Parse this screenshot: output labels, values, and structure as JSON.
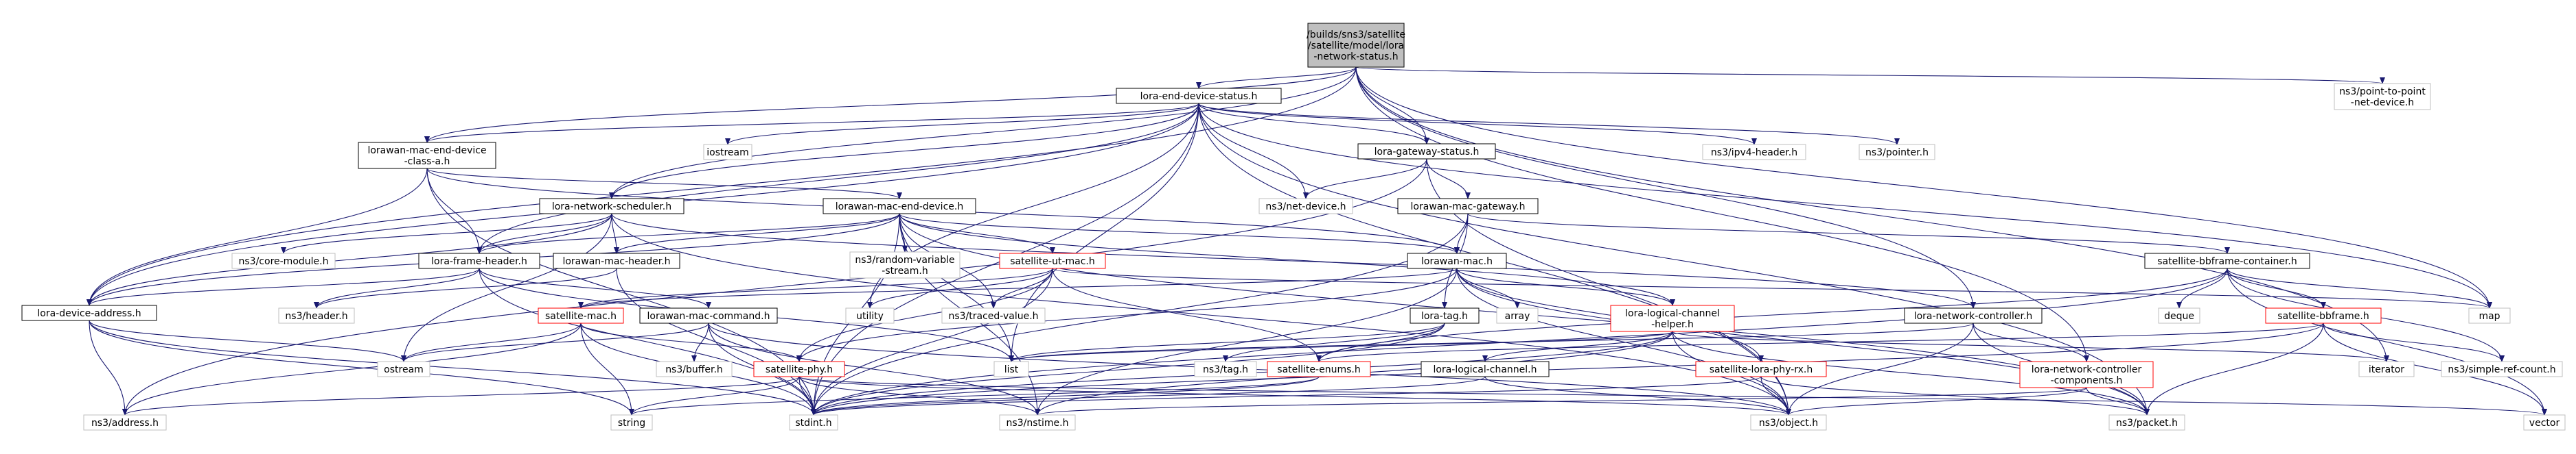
{
  "graph": {
    "root": "/builds/sns3/satellite/satellite/model/lora-network-status.h",
    "colors": {
      "edge": "#191970",
      "root_fill": "#bfbfbf",
      "local_border": "#000000",
      "incomplete_border": "#ff0000",
      "external_border": "#bfbfbf",
      "node_fill": "#ffffff"
    },
    "nodes": [
      {
        "id": "root",
        "lines": [
          "/builds/sns3/satellite",
          "/satellite/model/lora",
          "-network-status.h"
        ],
        "kind": "root"
      },
      {
        "id": "lora-end-device-status",
        "lines": [
          "lora-end-device-status.h"
        ],
        "kind": "local"
      },
      {
        "id": "ns3-p2p",
        "lines": [
          "ns3/point-to-point",
          "-net-device.h"
        ],
        "kind": "external"
      },
      {
        "id": "lorawan-mac-end-device-class-a",
        "lines": [
          "lorawan-mac-end-device",
          "-class-a.h"
        ],
        "kind": "local"
      },
      {
        "id": "iostream",
        "lines": [
          "iostream"
        ],
        "kind": "external"
      },
      {
        "id": "lora-gateway-status",
        "lines": [
          "lora-gateway-status.h"
        ],
        "kind": "local"
      },
      {
        "id": "ns3-ipv4-header",
        "lines": [
          "ns3/ipv4-header.h"
        ],
        "kind": "external"
      },
      {
        "id": "ns3-pointer",
        "lines": [
          "ns3/pointer.h"
        ],
        "kind": "external"
      },
      {
        "id": "lora-network-scheduler",
        "lines": [
          "lora-network-scheduler.h"
        ],
        "kind": "local"
      },
      {
        "id": "lorawan-mac-end-device",
        "lines": [
          "lorawan-mac-end-device.h"
        ],
        "kind": "local"
      },
      {
        "id": "ns3-net-device",
        "lines": [
          "ns3/net-device.h"
        ],
        "kind": "external"
      },
      {
        "id": "lorawan-mac-gateway",
        "lines": [
          "lorawan-mac-gateway.h"
        ],
        "kind": "local"
      },
      {
        "id": "ns3-core-module",
        "lines": [
          "ns3/core-module.h"
        ],
        "kind": "external"
      },
      {
        "id": "lora-frame-header",
        "lines": [
          "lora-frame-header.h"
        ],
        "kind": "local"
      },
      {
        "id": "lorawan-mac-header",
        "lines": [
          "lorawan-mac-header.h"
        ],
        "kind": "local"
      },
      {
        "id": "ns3-random-variable-stream",
        "lines": [
          "ns3/random-variable",
          "-stream.h"
        ],
        "kind": "external"
      },
      {
        "id": "satellite-ut-mac",
        "lines": [
          "satellite-ut-mac.h"
        ],
        "kind": "incomplete"
      },
      {
        "id": "lorawan-mac",
        "lines": [
          "lorawan-mac.h"
        ],
        "kind": "local"
      },
      {
        "id": "satellite-bbframe-container",
        "lines": [
          "satellite-bbframe-container.h"
        ],
        "kind": "local"
      },
      {
        "id": "lora-device-address",
        "lines": [
          "lora-device-address.h"
        ],
        "kind": "local"
      },
      {
        "id": "ns3-header",
        "lines": [
          "ns3/header.h"
        ],
        "kind": "external"
      },
      {
        "id": "lorawan-mac-command",
        "lines": [
          "lorawan-mac-command.h"
        ],
        "kind": "local"
      },
      {
        "id": "utility",
        "lines": [
          "utility"
        ],
        "kind": "external"
      },
      {
        "id": "ns3-traced-value",
        "lines": [
          "ns3/traced-value.h"
        ],
        "kind": "external"
      },
      {
        "id": "array",
        "lines": [
          "array"
        ],
        "kind": "external"
      },
      {
        "id": "lora-logical-channel-helper",
        "lines": [
          "lora-logical-channel",
          "-helper.h"
        ],
        "kind": "incomplete"
      },
      {
        "id": "lora-network-controller",
        "lines": [
          "lora-network-controller.h"
        ],
        "kind": "local"
      },
      {
        "id": "deque",
        "lines": [
          "deque"
        ],
        "kind": "external"
      },
      {
        "id": "satellite-bbframe",
        "lines": [
          "satellite-bbframe.h"
        ],
        "kind": "incomplete"
      },
      {
        "id": "map",
        "lines": [
          "map"
        ],
        "kind": "external"
      },
      {
        "id": "satellite-mac",
        "lines": [
          "satellite-mac.h"
        ],
        "kind": "incomplete"
      },
      {
        "id": "lora-tag",
        "lines": [
          "lora-tag.h"
        ],
        "kind": "local"
      },
      {
        "id": "ostream",
        "lines": [
          "ostream"
        ],
        "kind": "external"
      },
      {
        "id": "ns3-buffer",
        "lines": [
          "ns3/buffer.h"
        ],
        "kind": "external"
      },
      {
        "id": "list",
        "lines": [
          "list"
        ],
        "kind": "external"
      },
      {
        "id": "ns3-tag",
        "lines": [
          "ns3/tag.h"
        ],
        "kind": "external"
      },
      {
        "id": "satellite-enums",
        "lines": [
          "satellite-enums.h"
        ],
        "kind": "incomplete"
      },
      {
        "id": "lora-logical-channel",
        "lines": [
          "lora-logical-channel.h"
        ],
        "kind": "local"
      },
      {
        "id": "lora-network-controller-components",
        "lines": [
          "lora-network-controller",
          "-components.h"
        ],
        "kind": "incomplete"
      },
      {
        "id": "iterator",
        "lines": [
          "iterator"
        ],
        "kind": "external"
      },
      {
        "id": "ns3-simple-ref-count",
        "lines": [
          "ns3/simple-ref-count.h"
        ],
        "kind": "external"
      },
      {
        "id": "satellite-phy",
        "lines": [
          "satellite-phy.h"
        ],
        "kind": "incomplete"
      },
      {
        "id": "satellite-lora-phy-rx",
        "lines": [
          "satellite-lora-phy-rx.h"
        ],
        "kind": "incomplete"
      },
      {
        "id": "ns3-address",
        "lines": [
          "ns3/address.h"
        ],
        "kind": "external"
      },
      {
        "id": "string",
        "lines": [
          "string"
        ],
        "kind": "external"
      },
      {
        "id": "stdint",
        "lines": [
          "stdint.h"
        ],
        "kind": "external"
      },
      {
        "id": "ns3-nstime",
        "lines": [
          "ns3/nstime.h"
        ],
        "kind": "external"
      },
      {
        "id": "ns3-object",
        "lines": [
          "ns3/object.h"
        ],
        "kind": "external"
      },
      {
        "id": "ns3-packet",
        "lines": [
          "ns3/packet.h"
        ],
        "kind": "external"
      },
      {
        "id": "vector",
        "lines": [
          "vector"
        ],
        "kind": "external"
      }
    ],
    "edges": [
      [
        "root",
        "lora-end-device-status"
      ],
      [
        "root",
        "ns3-p2p"
      ],
      [
        "root",
        "lorawan-mac-end-device-class-a"
      ],
      [
        "root",
        "lora-gateway-status"
      ],
      [
        "root",
        "lora-network-scheduler"
      ],
      [
        "root",
        "lora-device-address"
      ],
      [
        "root",
        "lora-network-controller"
      ],
      [
        "root",
        "lora-network-controller-components"
      ],
      [
        "root",
        "map"
      ],
      [
        "root",
        "iterator"
      ],
      [
        "lora-end-device-status",
        "lorawan-mac-end-device-class-a"
      ],
      [
        "lora-end-device-status",
        "iostream"
      ],
      [
        "lora-end-device-status",
        "lora-gateway-status"
      ],
      [
        "lora-end-device-status",
        "ns3-ipv4-header"
      ],
      [
        "lora-end-device-status",
        "ns3-pointer"
      ],
      [
        "lora-end-device-status",
        "ns3-net-device"
      ],
      [
        "lora-end-device-status",
        "lora-network-scheduler"
      ],
      [
        "lora-end-device-status",
        "lora-frame-header"
      ],
      [
        "lora-end-device-status",
        "lora-device-address"
      ],
      [
        "lora-end-device-status",
        "utility"
      ],
      [
        "lora-end-device-status",
        "list"
      ],
      [
        "lora-end-device-status",
        "ns3-object"
      ],
      [
        "lora-end-device-status",
        "ns3-packet"
      ],
      [
        "lora-end-device-status",
        "map"
      ],
      [
        "lora-end-device-status",
        "stdint"
      ],
      [
        "lorawan-mac-end-device-class-a",
        "lorawan-mac-end-device"
      ],
      [
        "lorawan-mac-end-device-class-a",
        "lora-frame-header"
      ],
      [
        "lorawan-mac-end-device-class-a",
        "lora-device-address"
      ],
      [
        "lorawan-mac-end-device-class-a",
        "lorawan-mac"
      ],
      [
        "lorawan-mac-end-device-class-a",
        "stdint"
      ],
      [
        "lora-gateway-status",
        "ns3-net-device"
      ],
      [
        "lora-gateway-status",
        "lorawan-mac-gateway"
      ],
      [
        "lora-gateway-status",
        "ns3-object"
      ],
      [
        "lora-gateway-status",
        "ns3-address"
      ],
      [
        "lorawan-mac-gateway",
        "lorawan-mac"
      ],
      [
        "lorawan-mac-gateway",
        "lora-tag"
      ],
      [
        "lorawan-mac-gateway",
        "satellite-bbframe-container"
      ],
      [
        "lorawan-mac-gateway",
        "stdint"
      ],
      [
        "lora-network-scheduler",
        "ns3-core-module"
      ],
      [
        "lora-network-scheduler",
        "lora-frame-header"
      ],
      [
        "lora-network-scheduler",
        "lorawan-mac-header"
      ],
      [
        "lora-network-scheduler",
        "lora-device-address"
      ],
      [
        "lora-network-scheduler",
        "lora-network-controller"
      ],
      [
        "lora-network-scheduler",
        "ostream"
      ],
      [
        "lora-network-scheduler",
        "ns3-object"
      ],
      [
        "lorawan-mac-end-device",
        "lora-frame-header"
      ],
      [
        "lorawan-mac-end-device",
        "lorawan-mac-header"
      ],
      [
        "lorawan-mac-end-device",
        "ns3-random-variable-stream"
      ],
      [
        "lorawan-mac-end-device",
        "ns3-traced-value"
      ],
      [
        "lorawan-mac-end-device",
        "satellite-ut-mac"
      ],
      [
        "lorawan-mac-end-device",
        "lorawan-mac"
      ],
      [
        "lorawan-mac-end-device",
        "lora-logical-channel-helper"
      ],
      [
        "lorawan-mac-end-device",
        "lora-device-address"
      ],
      [
        "lorawan-mac-end-device",
        "list"
      ],
      [
        "lorawan-mac-end-device",
        "stdint"
      ],
      [
        "lorawan-mac-end-device",
        "ns3-nstime"
      ],
      [
        "lorawan-mac-end-device",
        "ns3-packet"
      ],
      [
        "lora-frame-header",
        "lora-device-address"
      ],
      [
        "lora-frame-header",
        "lorawan-mac-command"
      ],
      [
        "lora-frame-header",
        "ns3-header"
      ],
      [
        "lora-frame-header",
        "list"
      ],
      [
        "lora-frame-header",
        "stdint"
      ],
      [
        "lorawan-mac-header",
        "ns3-header"
      ],
      [
        "lorawan-mac-header",
        "stdint"
      ],
      [
        "satellite-ut-mac",
        "satellite-mac"
      ],
      [
        "satellite-ut-mac",
        "utility"
      ],
      [
        "satellite-ut-mac",
        "ns3-traced-value"
      ],
      [
        "satellite-ut-mac",
        "satellite-phy"
      ],
      [
        "satellite-ut-mac",
        "satellite-enums"
      ],
      [
        "satellite-ut-mac",
        "map"
      ],
      [
        "satellite-ut-mac",
        "stdint"
      ],
      [
        "lorawan-mac",
        "satellite-mac"
      ],
      [
        "lorawan-mac",
        "array"
      ],
      [
        "lorawan-mac",
        "lora-logical-channel-helper"
      ],
      [
        "lorawan-mac",
        "satellite-lora-phy-rx"
      ],
      [
        "lorawan-mac",
        "ns3-object"
      ],
      [
        "lorawan-mac",
        "ns3-packet"
      ],
      [
        "lorawan-mac",
        "ns3-nstime"
      ],
      [
        "lorawan-mac",
        "satellite-phy"
      ],
      [
        "satellite-bbframe-container",
        "deque"
      ],
      [
        "satellite-bbframe-container",
        "satellite-bbframe"
      ],
      [
        "satellite-bbframe-container",
        "map"
      ],
      [
        "satellite-bbframe-container",
        "satellite-enums"
      ],
      [
        "satellite-bbframe-container",
        "ns3-simple-ref-count"
      ],
      [
        "satellite-bbframe-container",
        "vector"
      ],
      [
        "satellite-bbframe-container",
        "stdint"
      ],
      [
        "lora-device-address",
        "ostream"
      ],
      [
        "lora-device-address",
        "ns3-address"
      ],
      [
        "lora-device-address",
        "string"
      ],
      [
        "lora-device-address",
        "stdint"
      ],
      [
        "lorawan-mac-command",
        "ostream"
      ],
      [
        "lorawan-mac-command",
        "ns3-buffer"
      ],
      [
        "lorawan-mac-command",
        "ns3-object"
      ],
      [
        "lorawan-mac-command",
        "ns3-nstime"
      ],
      [
        "lorawan-mac-command",
        "stdint"
      ],
      [
        "lora-logical-channel-helper",
        "lora-logical-channel"
      ],
      [
        "lora-logical-channel-helper",
        "list"
      ],
      [
        "lora-logical-channel-helper",
        "ns3-object"
      ],
      [
        "lora-logical-channel-helper",
        "ns3-nstime"
      ],
      [
        "lora-logical-channel-helper",
        "ns3-packet"
      ],
      [
        "lora-logical-channel-helper",
        "stdint"
      ],
      [
        "lora-logical-channel-helper",
        "iterator"
      ],
      [
        "lora-network-controller",
        "lora-network-controller-components"
      ],
      [
        "lora-network-controller",
        "ns3-object"
      ],
      [
        "lora-network-controller",
        "ns3-packet"
      ],
      [
        "lora-network-controller",
        "list"
      ],
      [
        "satellite-bbframe",
        "satellite-enums"
      ],
      [
        "satellite-bbframe",
        "ns3-simple-ref-count"
      ],
      [
        "satellite-bbframe",
        "ns3-packet"
      ],
      [
        "satellite-bbframe",
        "vector"
      ],
      [
        "satellite-bbframe",
        "stdint"
      ],
      [
        "satellite-mac",
        "ns3-address"
      ],
      [
        "satellite-mac",
        "satellite-phy"
      ],
      [
        "satellite-mac",
        "string"
      ],
      [
        "satellite-mac",
        "stdint"
      ],
      [
        "satellite-mac",
        "ostream"
      ],
      [
        "lora-tag",
        "ns3-tag"
      ],
      [
        "lora-tag",
        "satellite-enums"
      ],
      [
        "lora-tag",
        "stdint"
      ],
      [
        "lora-tag",
        "list"
      ],
      [
        "satellite-enums",
        "string"
      ],
      [
        "satellite-enums",
        "stdint"
      ],
      [
        "lora-logical-channel",
        "ns3-object"
      ],
      [
        "lora-logical-channel",
        "stdint"
      ],
      [
        "lora-network-controller-components",
        "ns3-object"
      ],
      [
        "lora-network-controller-components",
        "ns3-packet"
      ],
      [
        "lora-network-controller-components",
        "ns3-nstime"
      ],
      [
        "satellite-phy",
        "ns3-address"
      ],
      [
        "satellite-phy",
        "string"
      ],
      [
        "satellite-phy",
        "stdint"
      ],
      [
        "satellite-phy",
        "ns3-nstime"
      ],
      [
        "satellite-phy",
        "ns3-object"
      ],
      [
        "satellite-phy",
        "vector"
      ],
      [
        "satellite-lora-phy-rx",
        "stdint"
      ],
      [
        "satellite-lora-phy-rx",
        "ns3-object"
      ],
      [
        "satellite-lora-phy-rx",
        "ns3-packet"
      ]
    ]
  }
}
